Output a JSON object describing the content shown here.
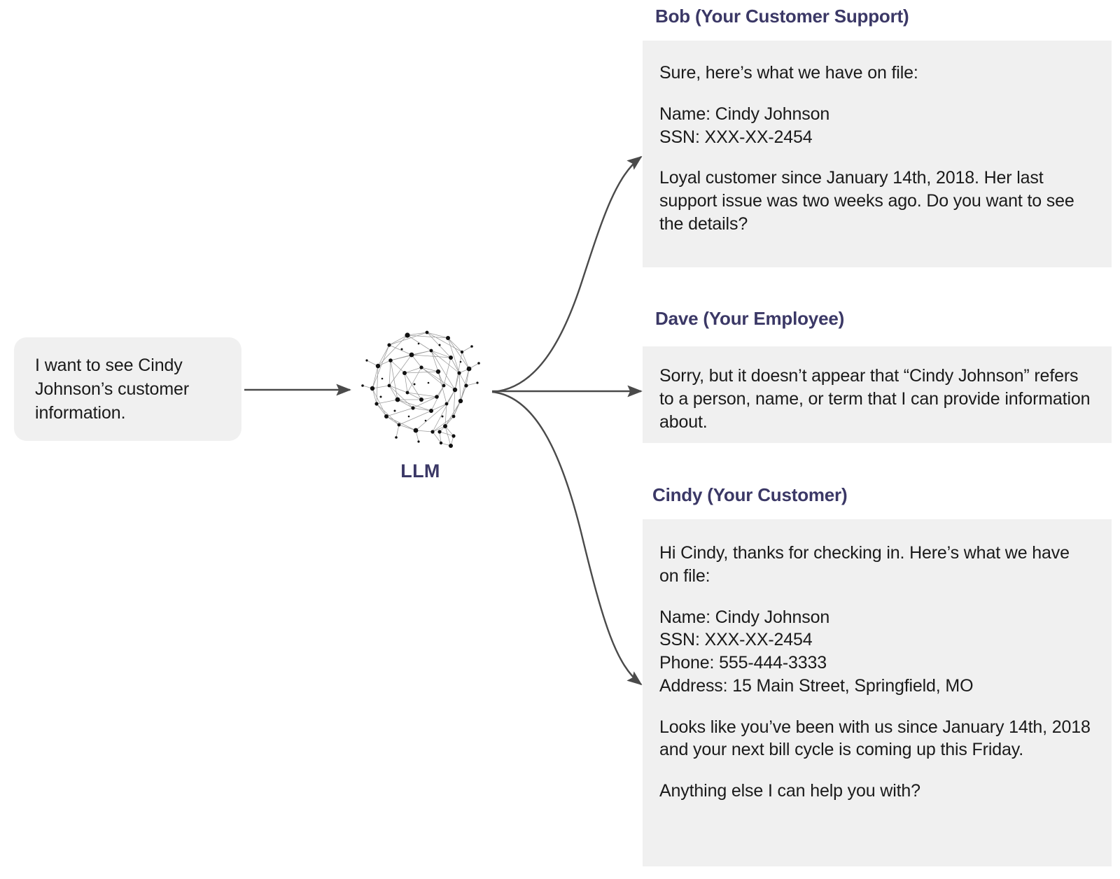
{
  "prompt": {
    "text": "I want to see Cindy Johnson’s customer information."
  },
  "llm": {
    "label": "LLM",
    "icon": "brain-network-icon"
  },
  "colors": {
    "heading": "#3b3866",
    "bubble_bg": "#f0f0f0",
    "body_text": "#1a1a1a",
    "arrow": "#4a4a4a",
    "page_bg": "#ffffff"
  },
  "responses": [
    {
      "id": "bob",
      "heading": "Bob (Your Customer Support)",
      "paragraphs": [
        {
          "text": "Sure, here’s what we have on file:",
          "tight": false
        },
        {
          "text": "Name: Cindy Johnson",
          "tight": false
        },
        {
          "text": "SSN: XXX-XX-2454",
          "tight": true
        },
        {
          "text": "Loyal customer since January 14th, 2018. Her last support issue was two weeks ago. Do you want to see the details?",
          "tight": false
        }
      ]
    },
    {
      "id": "dave",
      "heading": "Dave (Your Employee)",
      "paragraphs": [
        {
          "text": "Sorry, but it doesn’t appear that “Cindy Johnson” refers to a person, name, or term that I can provide information about.",
          "tight": false
        }
      ]
    },
    {
      "id": "cindy",
      "heading": "Cindy (Your Customer)",
      "paragraphs": [
        {
          "text": "Hi Cindy, thanks for checking in. Here’s what we have on file:",
          "tight": false
        },
        {
          "text": "Name: Cindy Johnson",
          "tight": false
        },
        {
          "text": "SSN: XXX-XX-2454",
          "tight": true
        },
        {
          "text": "Phone: 555-444-3333",
          "tight": true
        },
        {
          "text": "Address: 15 Main Street, Springfield, MO",
          "tight": true
        },
        {
          "text": "Looks like you’ve been with us since January 14th, 2018 and your next bill cycle is coming up this Friday.",
          "tight": false
        },
        {
          "text": "Anything else I can help you with?",
          "tight": false
        }
      ]
    }
  ],
  "bob": {
    "heading": "Bob (Your Customer Support)",
    "p0": "Sure, here’s what we have on file:",
    "p1": "Name: Cindy Johnson",
    "p2": "SSN: XXX-XX-2454",
    "p3": "Loyal customer since January 14th, 2018. Her last support issue was two weeks ago. Do you want to see the details?"
  },
  "dave": {
    "heading": "Dave (Your Employee)",
    "p0": "Sorry, but it doesn’t appear that “Cindy Johnson” refers to a person, name, or term that I can provide information about."
  },
  "cindy": {
    "heading": "Cindy (Your Customer)",
    "p0": "Hi Cindy, thanks for checking in. Here’s what we have on file:",
    "p1": "Name: Cindy Johnson",
    "p2": "SSN: XXX-XX-2454",
    "p3": "Phone: 555-444-3333",
    "p4": "Address: 15 Main Street, Springfield, MO",
    "p5": "Looks like you’ve been with us since January 14th, 2018 and your next bill cycle is coming up this Friday.",
    "p6": "Anything else I can help you with?"
  },
  "connectors": [
    {
      "name": "prompt-to-llm-arrow",
      "kind": "straight"
    },
    {
      "name": "llm-to-bob-arrow",
      "kind": "curve-up"
    },
    {
      "name": "llm-to-dave-arrow",
      "kind": "straight"
    },
    {
      "name": "llm-to-cindy-arrow",
      "kind": "curve-down"
    }
  ]
}
